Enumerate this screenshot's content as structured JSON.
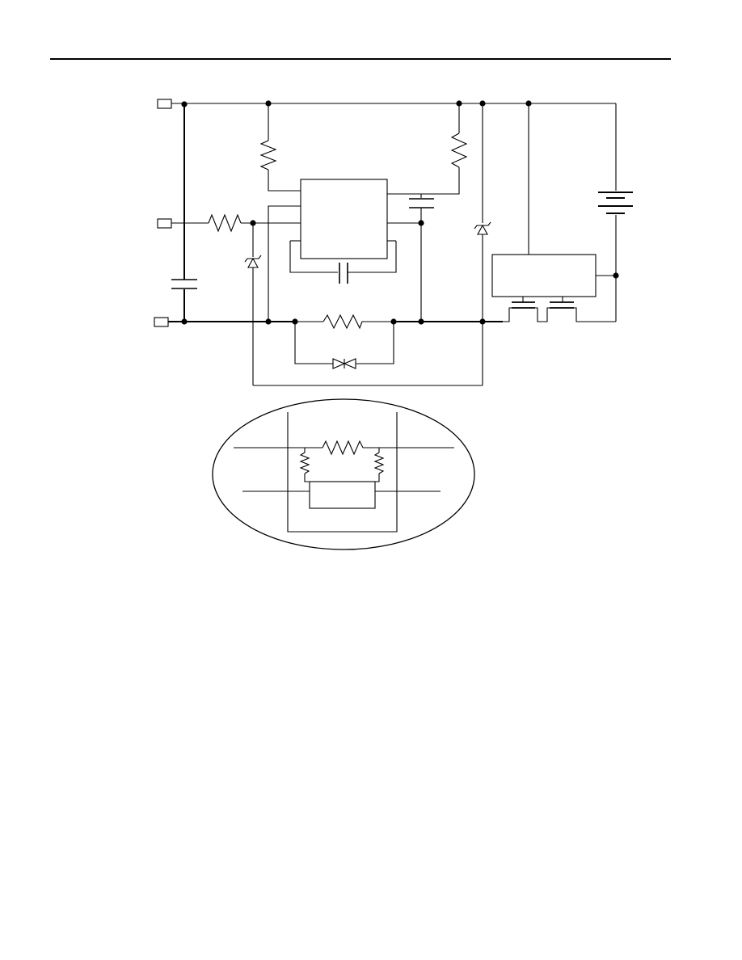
{
  "page": {
    "header_rule": true
  },
  "schematic": {
    "terminals": [
      "terminal-top",
      "terminal-mid",
      "terminal-bottom"
    ],
    "components": [
      "resistor",
      "resistor",
      "resistor",
      "resistor",
      "capacitor",
      "capacitor",
      "capacitor",
      "zener-diode",
      "zener-diode",
      "battery",
      "controller-ic",
      "protection-ic",
      "mosfet-pair",
      "bidirectional-diode"
    ]
  },
  "detail_inset": {
    "shape": "ellipse",
    "components": [
      "resistor",
      "resistor",
      "resistor",
      "package-box"
    ]
  }
}
